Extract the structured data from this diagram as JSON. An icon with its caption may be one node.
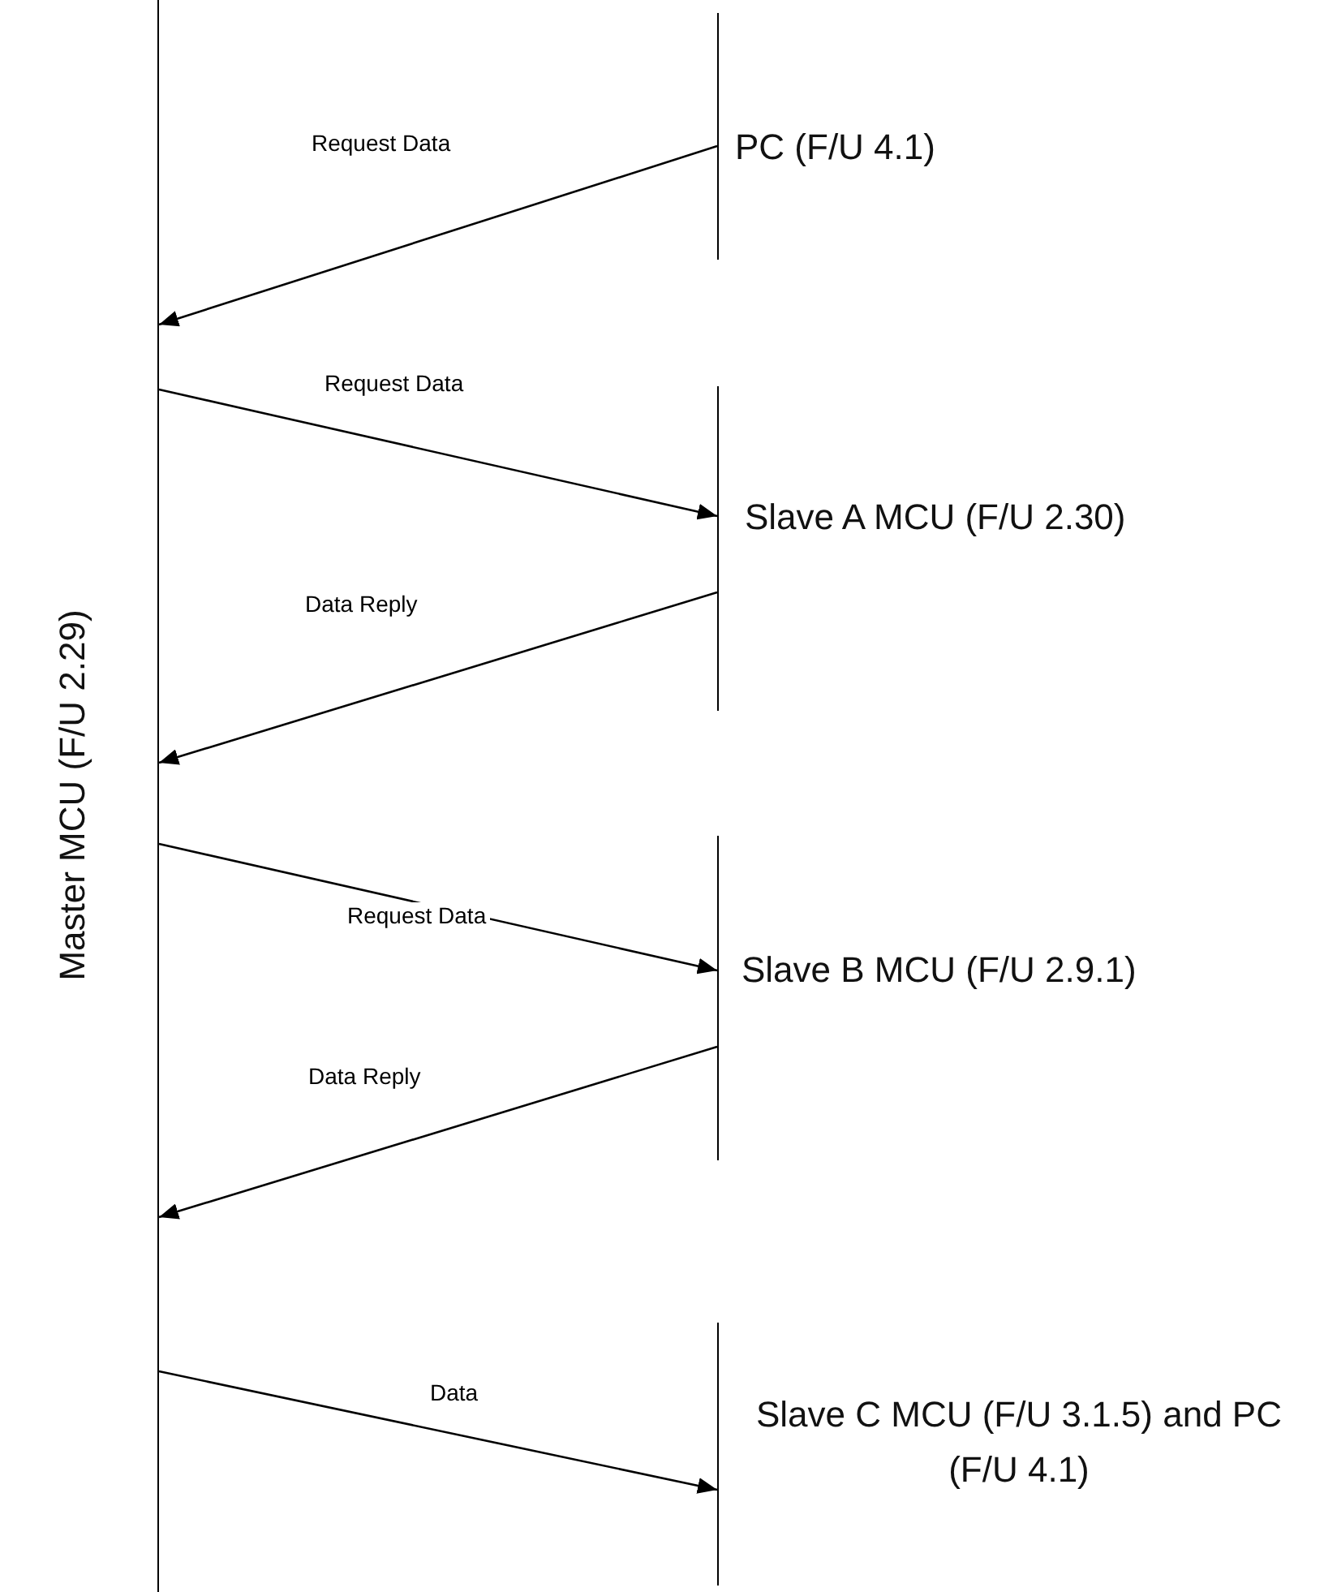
{
  "diagram": {
    "nodes": [
      {
        "text": [
          "Master MCU (F/U 2.29)"
        ]
      },
      {
        "text": [
          "PC (F/U 4.1)"
        ]
      },
      {
        "text": [
          "Slave A MCU (F/U 2.30)"
        ]
      },
      {
        "text": [
          "Slave B MCU (F/U 2.9.1)"
        ]
      },
      {
        "text": [
          "Slave C MCU (F/U 3.1.5) and PC (F/U 4.1)"
        ]
      }
    ],
    "edges": [
      {
        "from": 1,
        "to": 0,
        "arrow": "to",
        "label": "Request Data"
      },
      {
        "from": 0,
        "to": 2,
        "arrow": "to",
        "label": "Request Data"
      },
      {
        "from": 2,
        "to": 0,
        "arrow": "to",
        "label": "Data Reply"
      },
      {
        "from": 0,
        "to": 3,
        "arrow": "to",
        "label": "Request Data"
      },
      {
        "from": 3,
        "to": 0,
        "arrow": "to",
        "label": "Data Reply"
      },
      {
        "from": 0,
        "to": 4,
        "arrow": "to",
        "label": "Data"
      }
    ]
  }
}
